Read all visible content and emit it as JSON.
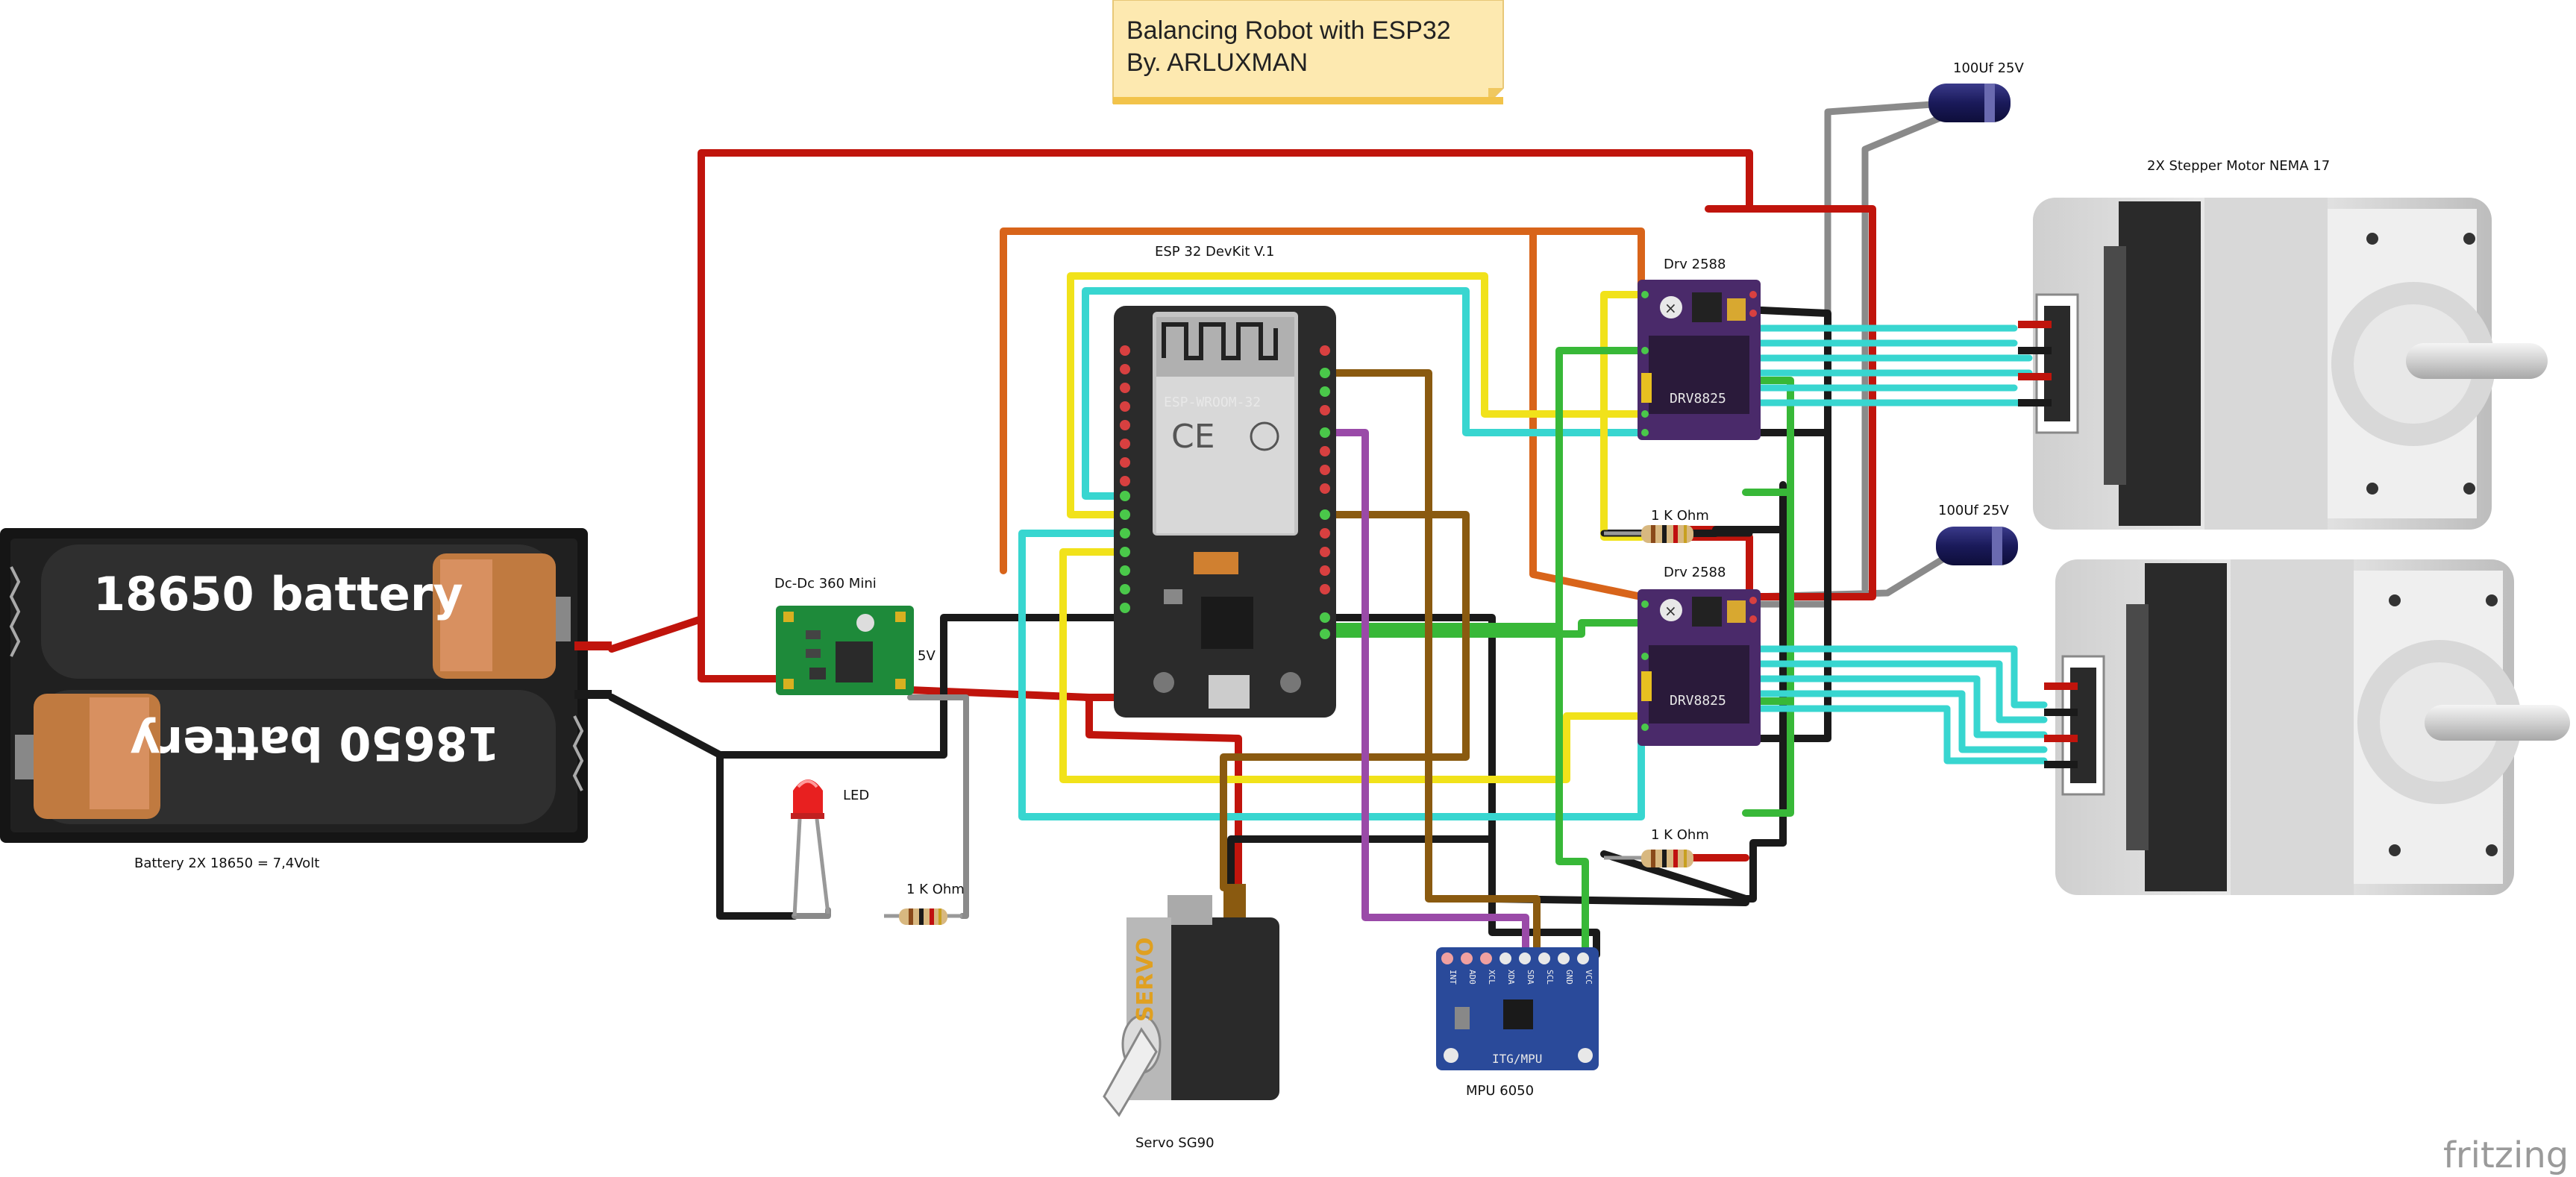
{
  "note": {
    "line1": "Balancing Robot with ESP32",
    "line2": "By. ARLUXMAN"
  },
  "labels": {
    "esp32": "ESP 32 DevKit V.1",
    "dcdc": "Dc-Dc 360 Mini",
    "dcdc_out": "5V",
    "battery_caption": "Battery 2X 18650 = 7,4Volt",
    "battery_top": "18650 battery",
    "battery_bottom": "18650 battery",
    "led": "LED",
    "res_led": "1 K Ohm",
    "res_top": "1 K Ohm",
    "res_bottom": "1 K Ohm",
    "drv_top": "Drv 2588",
    "drv_bottom": "Drv 2588",
    "drv_chip": "DRV8825",
    "cap_top": "100Uf 25V",
    "cap_bottom": "100Uf 25V",
    "stepper": "2X Stepper Motor NEMA 17",
    "mpu": "MPU 6050",
    "mpu_chip": "ITG/MPU",
    "servo_caption": "Servo SG90",
    "servo_body": "SERVO",
    "esp_module": "ESP-WROOM-32",
    "fritzing": "fritzing"
  },
  "mpu_pins": [
    "INT",
    "AD0",
    "XCL",
    "XDA",
    "SDA",
    "SCL",
    "GND",
    "VCC"
  ],
  "colors": {
    "red_wire": "#c0140c",
    "black_wire": "#1a1a1a",
    "cyan_wire": "#38d6d0",
    "yellow_wire": "#f1e21a",
    "orange_wire": "#d8641a",
    "green_wire": "#38b838",
    "brown_wire": "#8a5a10",
    "purple_wire": "#9a4aa8",
    "gray_wire": "#8a8a8a",
    "esp_board": "#2b2b2b",
    "driver_board": "#4a2a6a",
    "dcdc_board": "#1e8a3a",
    "mpu_board": "#2a4a9a",
    "note_bg": "#fde9b0"
  }
}
